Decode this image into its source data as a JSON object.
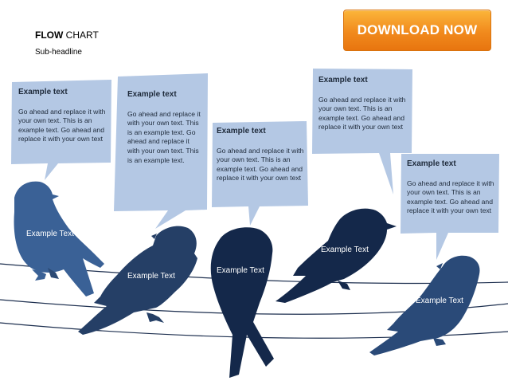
{
  "header": {
    "title_bold": "FLOW",
    "title_rest": " CHART",
    "subtitle": "Sub-headline"
  },
  "download_button": {
    "label": "DOWNLOAD NOW"
  },
  "colors": {
    "bubble": "#b4c8e4",
    "bird_1": "#3a6196",
    "bird_2": "#253f66",
    "bird_3": "#14284a",
    "bird_4": "#14284a",
    "bird_5": "#2a4a78",
    "wire": "#1d2f4f",
    "button": "#f18a1d"
  },
  "bubbles": [
    {
      "heading": "Example text",
      "body": "Go ahead and replace it with your own text. This is an example text. Go ahead and replace it with your own text"
    },
    {
      "heading": "Example text",
      "body": "Go ahead and replace it with your own text. This is an example text. Go ahead and replace it with your own text. This is an example text."
    },
    {
      "heading": "Example text",
      "body": "Go ahead and replace it with your own text. This is an example text. Go ahead and replace it with your own text"
    },
    {
      "heading": "Example text",
      "body": "Go ahead and replace it with your own text. This is an example text. Go ahead and replace it with your own text"
    },
    {
      "heading": "Example text",
      "body": "Go ahead and replace it with your own text. This is an example text. Go ahead and replace it with your own text"
    }
  ],
  "birds": [
    {
      "label": "Example Text"
    },
    {
      "label": "Example Text"
    },
    {
      "label": "Example Text"
    },
    {
      "label": "Example Text"
    },
    {
      "label": "Example Text"
    }
  ]
}
